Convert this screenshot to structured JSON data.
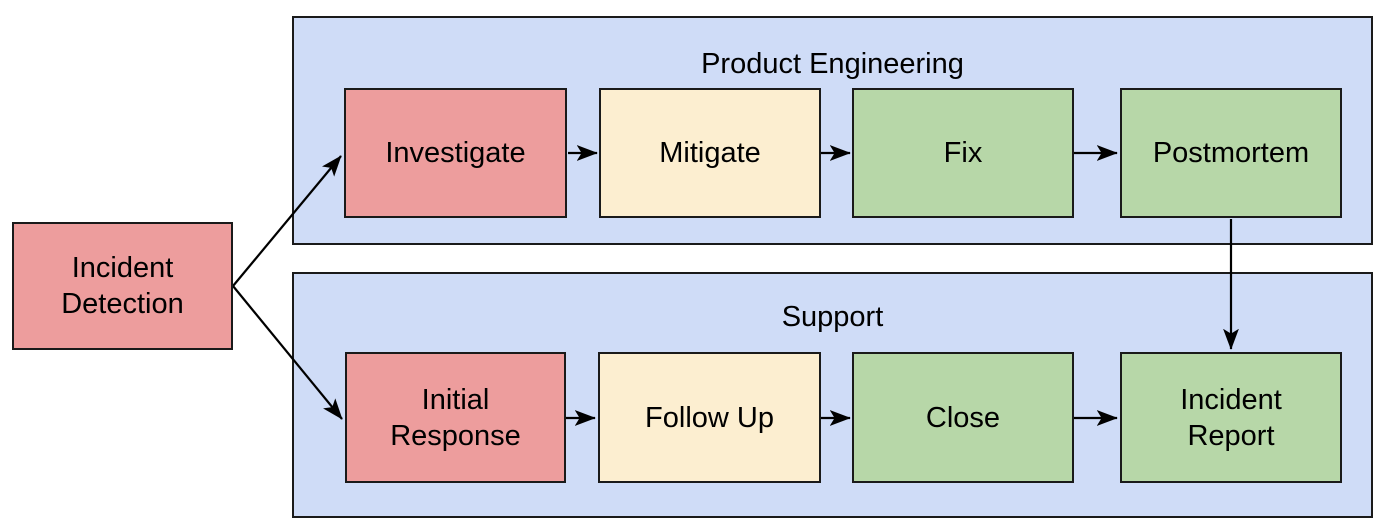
{
  "diagram": {
    "type": "flowchart",
    "orientation": "left-to-right",
    "background": "#ffffff",
    "palette": {
      "swimlane_fill": "#cfdcf7",
      "red_fill": "#ed9d9d",
      "yellow_fill": "#fceed0",
      "green_fill": "#b7d7a8",
      "stroke": "#1a1a1a"
    }
  },
  "start_node": {
    "label": "Incident\nDetection",
    "color": "#ed9d9d"
  },
  "swimlanes": [
    {
      "title": "Product Engineering",
      "nodes": [
        {
          "label": "Investigate",
          "color": "#ed9d9d"
        },
        {
          "label": "Mitigate",
          "color": "#fceed0"
        },
        {
          "label": "Fix",
          "color": "#b7d7a8"
        },
        {
          "label": "Postmortem",
          "color": "#b7d7a8"
        }
      ]
    },
    {
      "title": "Support",
      "nodes": [
        {
          "label": "Initial\nResponse",
          "color": "#ed9d9d"
        },
        {
          "label": "Follow Up",
          "color": "#fceed0"
        },
        {
          "label": "Close",
          "color": "#b7d7a8"
        },
        {
          "label": "Incident\nReport",
          "color": "#b7d7a8"
        }
      ]
    }
  ],
  "edges": [
    {
      "from": "Incident Detection",
      "to": "Investigate",
      "style": "diagonal-arrow"
    },
    {
      "from": "Incident Detection",
      "to": "Initial Response",
      "style": "diagonal-arrow"
    },
    {
      "from": "Investigate",
      "to": "Mitigate",
      "style": "straight-arrow"
    },
    {
      "from": "Mitigate",
      "to": "Fix",
      "style": "straight-arrow"
    },
    {
      "from": "Fix",
      "to": "Postmortem",
      "style": "straight-arrow"
    },
    {
      "from": "Initial Response",
      "to": "Follow Up",
      "style": "straight-arrow"
    },
    {
      "from": "Follow Up",
      "to": "Close",
      "style": "straight-arrow"
    },
    {
      "from": "Close",
      "to": "Incident Report",
      "style": "straight-arrow"
    },
    {
      "from": "Postmortem",
      "to": "Incident Report",
      "style": "vertical-arrow"
    }
  ]
}
